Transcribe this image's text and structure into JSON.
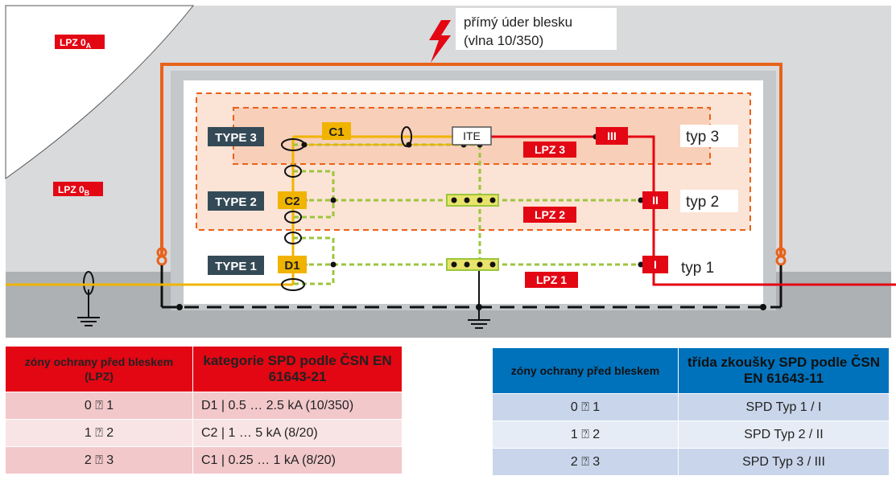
{
  "diagram": {
    "strike_line1": "přímý úder blesku",
    "strike_line2": "(vlna 10/350)",
    "zone_0a": "LPZ 0",
    "zone_0a_sub": "A",
    "zone_0b": "LPZ 0",
    "zone_0b_sub": "B",
    "lpz3": "LPZ 3",
    "lpz2": "LPZ 2",
    "lpz1": "LPZ 1",
    "type3": "TYPE 3",
    "type2": "TYPE 2",
    "type1": "TYPE 1",
    "c1": "C1",
    "c2": "C2",
    "d1": "D1",
    "ite": "ITE",
    "roman3": "III",
    "roman2": "II",
    "roman1": "I",
    "typ3": "typ 3",
    "typ2": "typ 2",
    "typ1": "typ 1"
  },
  "colors": {
    "red": "#e30613",
    "orange": "#e8621b",
    "yellow": "#f0b400",
    "gray_bg": "#d8dadc",
    "ground": "#aeb1b4",
    "dark_label": "#354a57"
  },
  "table_left": {
    "header": [
      "zóny ochrany před bleskem (LPZ)",
      "kategorie SPD podle ČSN EN 61643-21"
    ],
    "rows": [
      [
        "0 ⍰ 1",
        "D1 | 0.5 … 2.5 kA (10/350)"
      ],
      [
        "1 ⍰ 2",
        "C2 | 1 … 5 kA (8/20)"
      ],
      [
        "2 ⍰ 3",
        "C1 | 0.25 … 1 kA (8/20)"
      ]
    ]
  },
  "table_right": {
    "header": [
      "zóny ochrany před bleskem",
      "třída zkoušky SPD podle ČSN EN 61643-11"
    ],
    "rows": [
      [
        "0 ⍰ 1",
        "SPD Typ 1 / I"
      ],
      [
        "1 ⍰ 2",
        "SPD Typ 2 / II"
      ],
      [
        "2 ⍰ 3",
        "SPD Typ 3 / III"
      ]
    ]
  }
}
